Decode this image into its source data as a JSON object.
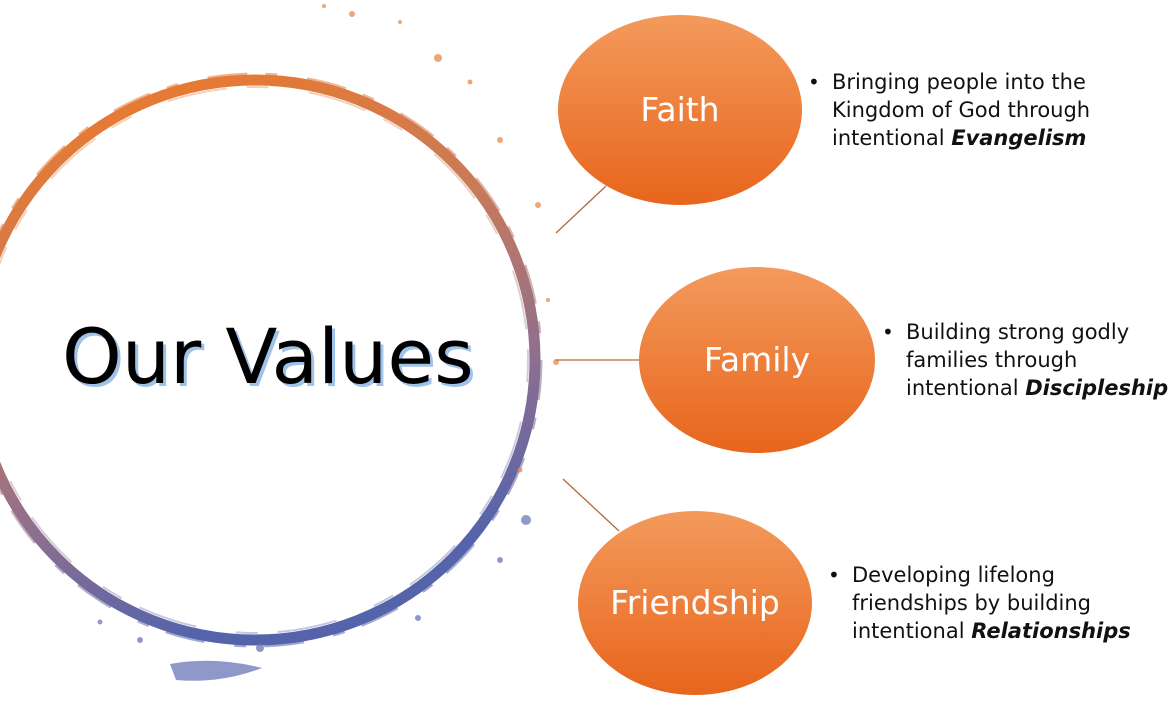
{
  "title": "Our Values",
  "colors": {
    "node_fill_top": "#f39a5c",
    "node_fill_bottom": "#e8651c",
    "ring_orange": "#ee7a2a",
    "ring_blue": "#5f6aa8",
    "connector": "#b8663a"
  },
  "values": [
    {
      "label": "Faith",
      "desc_lines": [
        "Bringing people into the",
        "Kingdom of God through",
        "intentional "
      ],
      "emphasis": "Evangelism"
    },
    {
      "label": "Family",
      "desc_lines": [
        "Building strong godly",
        "families through",
        "intentional "
      ],
      "emphasis": "Discipleship"
    },
    {
      "label": "Friendship",
      "desc_lines": [
        "Developing lifelong",
        "friendships by building",
        "intentional "
      ],
      "emphasis": "Relationships"
    }
  ]
}
